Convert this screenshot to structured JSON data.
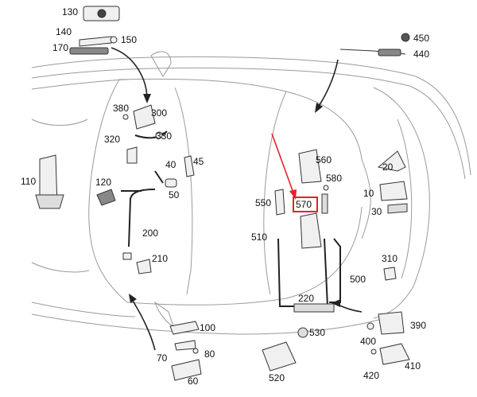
{
  "labels": {
    "l10": "10",
    "l20": "20",
    "l30": "30",
    "l40": "40",
    "l45": "45",
    "l50": "50",
    "l60": "60",
    "l70": "70",
    "l80": "80",
    "l100": "100",
    "l110": "110",
    "l120": "120",
    "l130": "130",
    "l140": "140",
    "l150": "150",
    "l170": "170",
    "l200": "200",
    "l210": "210",
    "l220": "220",
    "l300": "300",
    "l310": "310",
    "l320": "320",
    "l330": "330",
    "l380": "380",
    "l390": "390",
    "l400": "400",
    "l410": "410",
    "l420": "420",
    "l440": "440",
    "l450": "450",
    "l500": "500",
    "l510": "510",
    "l520": "520",
    "l530": "530",
    "l550": "550",
    "l560": "560",
    "l570": "570",
    "l580": "580"
  },
  "highlight": {
    "part": "570",
    "color": "#e8202a"
  },
  "colors": {
    "line": "#333333",
    "outline": "#9a9a9a",
    "text": "#111111"
  }
}
